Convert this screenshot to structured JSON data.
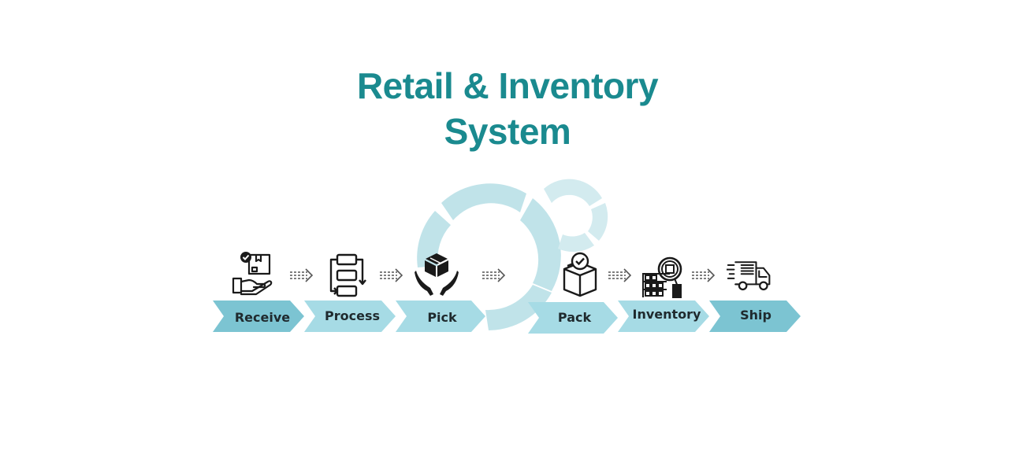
{
  "title": {
    "line1": "Retail & Inventory",
    "line2": "System"
  },
  "colors": {
    "title": "#1a8a8f",
    "chevron_dark": "#7cc4d2",
    "chevron_light": "#a6dbe5",
    "cycle": "#b7dfe6"
  },
  "steps": [
    {
      "label": "Receive",
      "icon": "hand-with-box-icon"
    },
    {
      "label": "Process",
      "icon": "process-flow-icon"
    },
    {
      "label": "Pick",
      "icon": "hands-holding-box-icon"
    },
    {
      "label": "Pack",
      "icon": "box-with-checkmark-icon"
    },
    {
      "label": "Inventory",
      "icon": "warehouse-shelves-magnifier-icon"
    },
    {
      "label": "Ship",
      "icon": "delivery-truck-icon"
    }
  ],
  "connector_icon": "dashed-arrow-icon"
}
